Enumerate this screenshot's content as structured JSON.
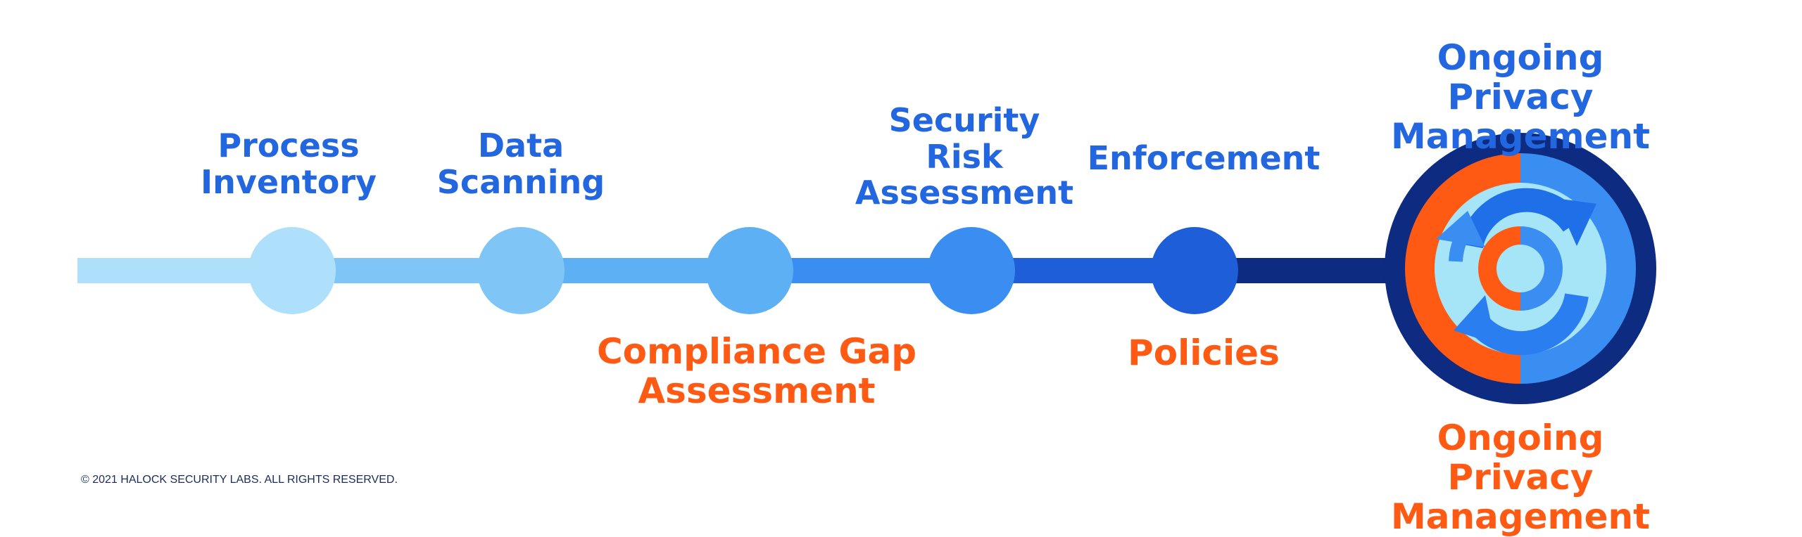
{
  "colors": {
    "stage1": "#aee0fb",
    "stage2": "#7fc6f7",
    "stage3": "#5db0f4",
    "stage4": "#3a8ef2",
    "stage5": "#1e5ed8",
    "dark_navy": "#0d2b80",
    "ring_orange": "#ff5a14",
    "ring_blue": "#3a8ef2",
    "inner_light": "#a6e5f7",
    "top_label": "#2266e0",
    "bottom_label": "#ff5a14"
  },
  "stages": [
    {
      "top_label": "Process\nInventory",
      "bottom_label": ""
    },
    {
      "top_label": "Data\nScanning",
      "bottom_label": ""
    },
    {
      "top_label": "",
      "bottom_label": "Compliance Gap\nAssessment"
    },
    {
      "top_label": "Security\nRisk\nAssessment",
      "bottom_label": ""
    },
    {
      "top_label": "Enforcement",
      "bottom_label": "Policies"
    }
  ],
  "final": {
    "top_label": "Ongoing Privacy\nManagement",
    "bottom_label": "Ongoing Privacy\nManagement",
    "icon": "refresh-cycle-icon"
  },
  "footer": "© 2021 HALOCK SECURITY LABS. ALL RIGHTS RESERVED."
}
